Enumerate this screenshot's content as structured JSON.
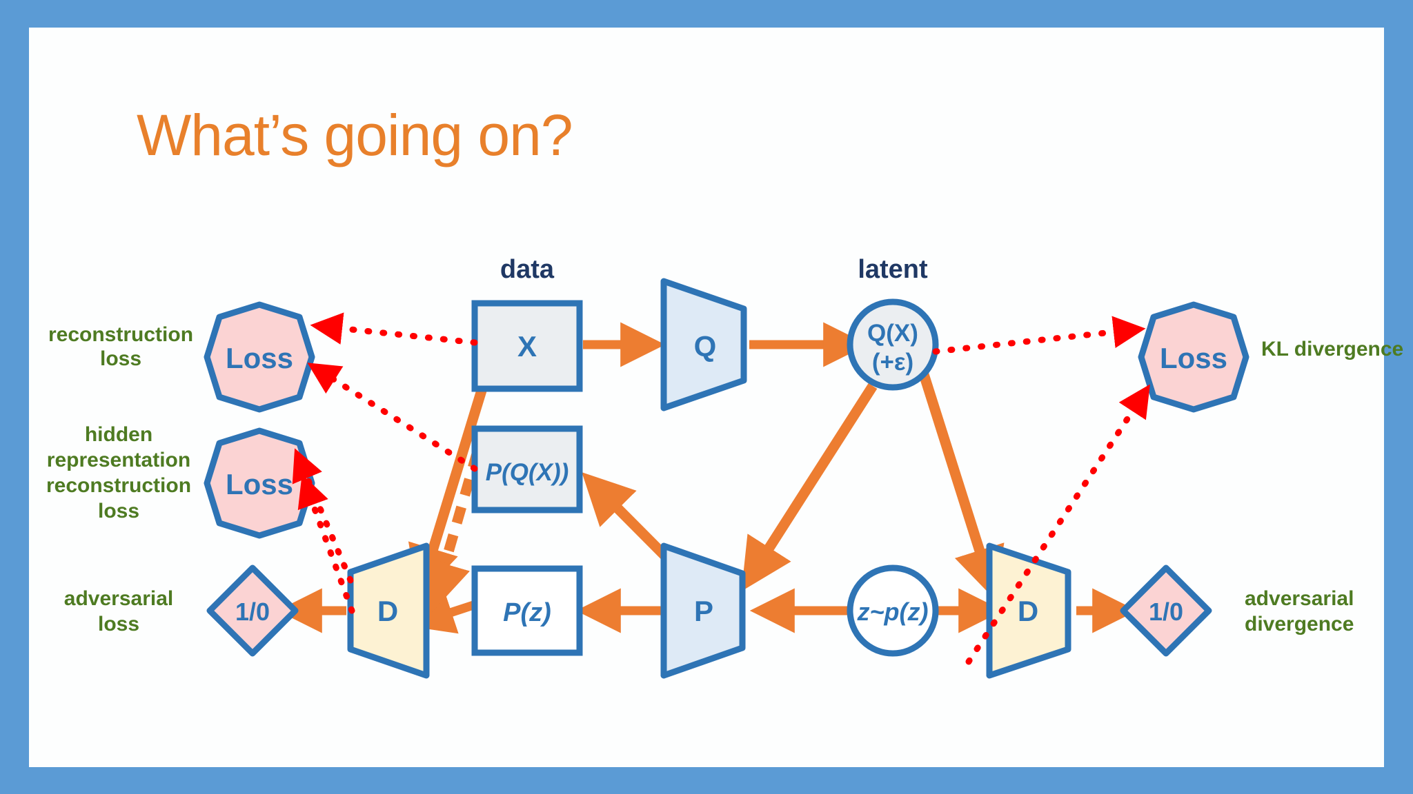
{
  "slide": {
    "title": "What’s going on?",
    "frame_color": "#5B9BD5",
    "canvas_color": "#FDFEFE",
    "title_color": "#E8802B"
  },
  "palette": {
    "node_border": "#2E74B5",
    "node_text": "#2E74B5",
    "loss_fill": "#FBD3D3",
    "gray_fill": "#EBEEF1",
    "light_blue_fill": "#DEEAF6",
    "cream_fill": "#FDF2D3",
    "white_fill": "#FFFFFF",
    "flow_arrow": "#ED7D31",
    "loss_arrow": "#FF0000",
    "side_label": "#4E7B22",
    "group_label": "#1F3864"
  },
  "group_labels": [
    {
      "name": "data-label",
      "text": "data"
    },
    {
      "name": "latent-label",
      "text": "latent"
    }
  ],
  "side_labels": {
    "left": [
      {
        "name": "reconstruction-loss-label",
        "lines": [
          "reconstruction",
          "loss"
        ]
      },
      {
        "name": "hidden-representation-reconstruction-loss-label",
        "lines": [
          "hidden",
          "representation",
          "reconstruction",
          "loss"
        ]
      },
      {
        "name": "adversarial-loss-label",
        "lines": [
          "adversarial",
          "loss"
        ]
      }
    ],
    "right": [
      {
        "name": "kl-divergence-label",
        "lines": [
          "KL divergence"
        ]
      },
      {
        "name": "adversarial-divergence-label",
        "lines": [
          "adversarial",
          "divergence"
        ]
      }
    ]
  },
  "nodes": [
    {
      "id": "loss-recon",
      "label": "Loss",
      "shape": "octagon",
      "fill": "#FBD3D3"
    },
    {
      "id": "loss-hidden",
      "label": "Loss",
      "shape": "octagon",
      "fill": "#FBD3D3"
    },
    {
      "id": "loss-kl",
      "label": "Loss",
      "shape": "octagon",
      "fill": "#FBD3D3"
    },
    {
      "id": "x-box",
      "label": "X",
      "shape": "rect",
      "fill": "#EBEEF1"
    },
    {
      "id": "q-encoder",
      "label": "Q",
      "shape": "trapezoid",
      "fill": "#DEEAF6"
    },
    {
      "id": "qx-circle",
      "label_lines": [
        "Q(X)",
        "(+ε)"
      ],
      "shape": "circle",
      "fill": "#EBEEF1"
    },
    {
      "id": "pqx-box",
      "label": "P(Q(X))",
      "shape": "rect",
      "fill": "#EBEEF1"
    },
    {
      "id": "pz-box",
      "label": "P(z)",
      "shape": "rect",
      "fill": "#FFFFFF"
    },
    {
      "id": "p-decoder",
      "label": "P",
      "shape": "trapezoid",
      "fill": "#DEEAF6"
    },
    {
      "id": "z-circle",
      "label": "z~p(z)",
      "shape": "circle",
      "fill": "#FFFFFF"
    },
    {
      "id": "d-left",
      "label": "D",
      "shape": "trapezoid",
      "fill": "#FDF2D3"
    },
    {
      "id": "d-right",
      "label": "D",
      "shape": "trapezoid",
      "fill": "#FDF2D3"
    },
    {
      "id": "out-left",
      "label": "1/0",
      "shape": "diamond",
      "fill": "#FBD3D3"
    },
    {
      "id": "out-right",
      "label": "1/0",
      "shape": "diamond",
      "fill": "#FBD3D3"
    }
  ],
  "edges": [
    {
      "from": "x-box",
      "to": "q-encoder",
      "style": "solid",
      "color": "#ED7D31"
    },
    {
      "from": "q-encoder",
      "to": "qx-circle",
      "style": "solid",
      "color": "#ED7D31"
    },
    {
      "from": "qx-circle",
      "to": "p-decoder",
      "style": "solid",
      "color": "#ED7D31"
    },
    {
      "from": "p-decoder",
      "to": "pqx-box",
      "style": "solid",
      "color": "#ED7D31"
    },
    {
      "from": "z-circle",
      "to": "p-decoder",
      "style": "solid",
      "color": "#ED7D31"
    },
    {
      "from": "p-decoder",
      "to": "pz-box",
      "style": "solid",
      "color": "#ED7D31"
    },
    {
      "from": "pz-box",
      "to": "d-left",
      "style": "solid",
      "color": "#ED7D31"
    },
    {
      "from": "x-box",
      "to": "d-left",
      "style": "solid",
      "color": "#ED7D31"
    },
    {
      "from": "pqx-box",
      "to": "d-left",
      "style": "dashed",
      "color": "#ED7D31"
    },
    {
      "from": "d-left",
      "to": "out-left",
      "style": "solid",
      "color": "#ED7D31"
    },
    {
      "from": "qx-circle",
      "to": "d-right",
      "style": "solid",
      "color": "#ED7D31"
    },
    {
      "from": "z-circle",
      "to": "d-right",
      "style": "solid",
      "color": "#ED7D31"
    },
    {
      "from": "d-right",
      "to": "out-right",
      "style": "solid",
      "color": "#ED7D31"
    },
    {
      "from": "x-box",
      "to": "loss-recon",
      "style": "dotted",
      "color": "#FF0000"
    },
    {
      "from": "pqx-box",
      "to": "loss-recon",
      "style": "dotted",
      "color": "#FF0000"
    },
    {
      "from": "d-left",
      "to": "loss-hidden",
      "style": "dotted",
      "color": "#FF0000"
    },
    {
      "from": "d-left",
      "to": "loss-hidden",
      "style": "dotted",
      "color": "#FF0000"
    },
    {
      "from": "qx-circle",
      "to": "loss-kl",
      "style": "dotted",
      "color": "#FF0000"
    },
    {
      "from": "d-right",
      "to": "loss-kl",
      "style": "dotted",
      "color": "#FF0000"
    }
  ]
}
